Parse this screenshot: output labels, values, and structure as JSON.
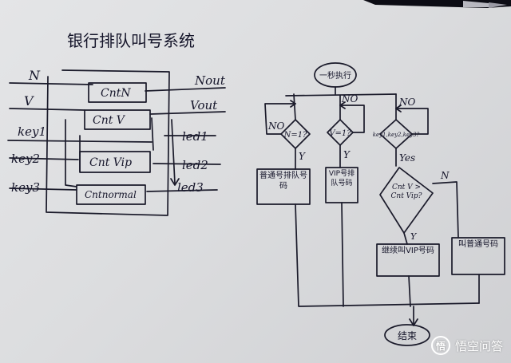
{
  "title": "银行排队叫号系统",
  "circuit": {
    "inputs": [
      "N",
      "V",
      "key1",
      "key2",
      "key3"
    ],
    "outputs": [
      "Nout",
      "Vout",
      "led1",
      "led2",
      "led3"
    ],
    "blocks": [
      "CntN",
      "Cnt V",
      "Cnt Vip",
      "Cntnormal"
    ]
  },
  "flowchart": {
    "start": "一秒执行",
    "end": "结束",
    "decisions": {
      "n": "N=1?",
      "v": "V=1?",
      "keys": "key1,key2,key3?",
      "compare": "Cnt V > Cnt Vip?"
    },
    "branch_labels": {
      "no1": "NO",
      "yes1": "Y",
      "no2": "NO",
      "yes2": "Y",
      "no3": "NO",
      "yes3": "Yes",
      "cmp_yes": "Y",
      "cmp_no": "N"
    },
    "processes": {
      "normal_queue": "普通号排队号码",
      "vip_queue": "VIP号排队号码",
      "continue_vip": "继续叫VIP号码",
      "call_normal": "叫普通号码"
    }
  },
  "watermark": {
    "logo": "悟",
    "text": "悟空问答"
  }
}
